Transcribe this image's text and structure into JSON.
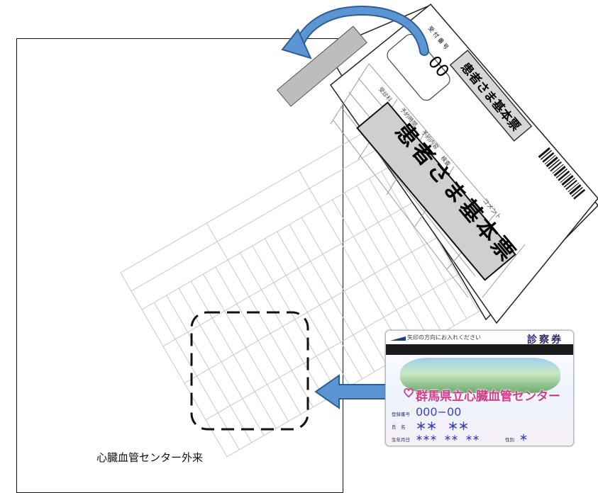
{
  "folder": {
    "label": "心臓血管センター外来"
  },
  "sheet": {
    "title": "患者さま基本票",
    "reception_number_label": "受 付 番 号",
    "reception_number": "00",
    "comment_label": "コメント",
    "columns": [
      "受診科",
      "予約時間",
      "予約内容",
      "検査"
    ]
  },
  "card": {
    "top_text": "矢印の方向にお入れください",
    "title": "診察券",
    "hospital": "群馬県立心臓血管センター",
    "reg_label": "登録番号",
    "reg_value": "000−00",
    "name_label": "氏　名",
    "name_value": "＊＊　＊＊",
    "birth_label": "生年月日",
    "birth_value": "＊＊＊　＊＊　＊＊",
    "sex_label": "性別",
    "sex_value": "＊"
  },
  "colors": {
    "arrow": "#4a86c8",
    "card_accent": "#3f46b8",
    "hospital_text": "#d43b8c"
  }
}
